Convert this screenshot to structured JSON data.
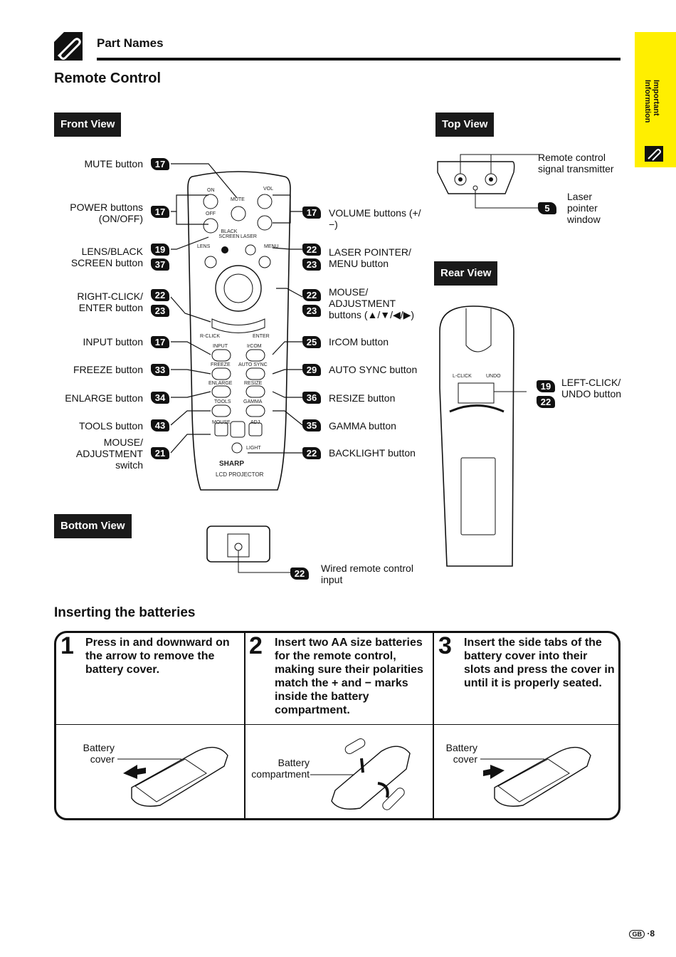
{
  "header": {
    "section": "Part Names",
    "title": "Remote Control"
  },
  "side_tab": {
    "text": "Important Information"
  },
  "views": {
    "front": "Front View",
    "top": "Top View",
    "rear": "Rear View",
    "bottom": "Bottom View"
  },
  "front_left": [
    {
      "label": "MUTE button",
      "pages": [
        "17"
      ]
    },
    {
      "label": "POWER buttons (ON/OFF)",
      "pages": [
        "17"
      ]
    },
    {
      "label": "LENS/BLACK SCREEN button",
      "pages": [
        "19",
        "37"
      ]
    },
    {
      "label": "RIGHT-CLICK/ ENTER button",
      "pages": [
        "22",
        "23"
      ]
    },
    {
      "label": "INPUT button",
      "pages": [
        "17"
      ]
    },
    {
      "label": "FREEZE button",
      "pages": [
        "33"
      ]
    },
    {
      "label": "ENLARGE button",
      "pages": [
        "34"
      ]
    },
    {
      "label": "TOOLS button",
      "pages": [
        "43"
      ]
    },
    {
      "label": "MOUSE/ ADJUSTMENT switch",
      "pages": [
        "21"
      ]
    }
  ],
  "front_right": [
    {
      "label": "VOLUME buttons (+/−)",
      "pages": [
        "17"
      ]
    },
    {
      "label": "LASER POINTER/ MENU button",
      "pages": [
        "22",
        "23"
      ]
    },
    {
      "label": "MOUSE/ ADJUSTMENT buttons (▲/▼/◀/▶)",
      "pages": [
        "22",
        "23"
      ]
    },
    {
      "label": "IrCOM button",
      "pages": [
        "25"
      ]
    },
    {
      "label": "AUTO SYNC button",
      "pages": [
        "29"
      ]
    },
    {
      "label": "RESIZE button",
      "pages": [
        "36"
      ]
    },
    {
      "label": "GAMMA button",
      "pages": [
        "35"
      ]
    },
    {
      "label": "BACKLIGHT button",
      "pages": [
        "22"
      ]
    }
  ],
  "remote_labels": {
    "on": "ON",
    "off": "OFF",
    "mute": "MUTE",
    "vol": "VOL",
    "black_screen": "BLACK SCREEN",
    "laser": "LASER",
    "lens": "LENS",
    "menu": "MENU",
    "rclick": "R-CLICK",
    "enter": "ENTER",
    "input": "INPUT",
    "ircom": "IrCOM",
    "freeze": "FREEZE",
    "autosync": "AUTO SYNC",
    "enlarge": "ENLARGE",
    "resize": "RESIZE",
    "tools": "TOOLS",
    "gamma": "GAMMA",
    "mouse": "MOUSE",
    "adj": "ADJ.",
    "light": "LIGHT",
    "brand": "SHARP",
    "model": "LCD PROJECTOR",
    "lclick": "L-CLICK",
    "undo": "UNDO"
  },
  "top_view": {
    "transmitter": "Remote control signal transmitter",
    "laser_window": "Laser pointer window",
    "laser_page": "5"
  },
  "rear_view": {
    "label": "LEFT-CLICK/ UNDO button",
    "pages": [
      "19",
      "22"
    ]
  },
  "bottom_view": {
    "label": "Wired remote control input",
    "page": "22"
  },
  "batteries": {
    "title": "Inserting the batteries",
    "steps": [
      {
        "num": "1",
        "text": "Press in and downward on the arrow to remove the battery cover.",
        "caption": "Battery cover"
      },
      {
        "num": "2",
        "text": "Insert two AA size batteries for the remote control, making sure their polarities match the + and − marks inside the battery compartment.",
        "caption": "Battery compartment"
      },
      {
        "num": "3",
        "text": "Insert the side tabs of the battery cover into their slots and press the cover in until it is properly seated.",
        "caption": "Battery cover"
      }
    ]
  },
  "page": {
    "region": "GB",
    "number": "8"
  }
}
